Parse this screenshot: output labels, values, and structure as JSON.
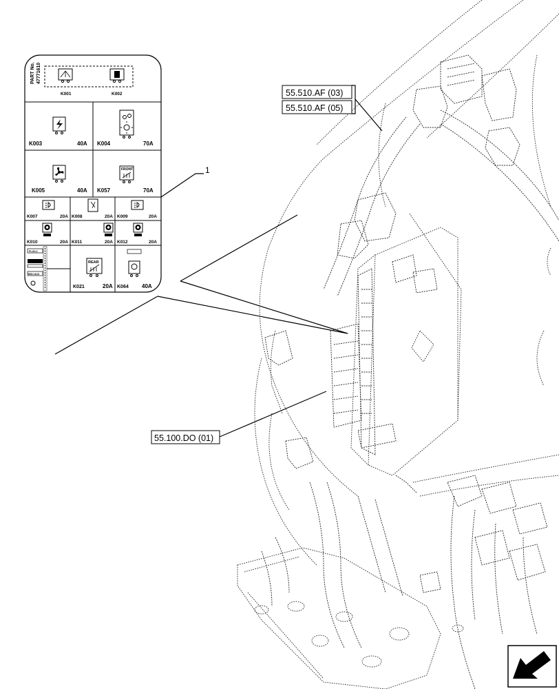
{
  "part_number": {
    "title": "PART No.",
    "value": "47771610"
  },
  "relay_panel": {
    "top_row": [
      {
        "code": "K001"
      },
      {
        "code": "K002"
      }
    ],
    "row2": [
      {
        "code": "K003",
        "amp": "40A"
      },
      {
        "code": "K004",
        "amp": "70A"
      }
    ],
    "row3": [
      {
        "code": "K005",
        "amp": "40A"
      },
      {
        "code": "K057",
        "amp": "70A",
        "icon_text": "FRONT"
      }
    ],
    "row4": [
      {
        "code": "K007",
        "amp": "20A"
      },
      {
        "code": "K008",
        "amp": "20A"
      },
      {
        "code": "K009",
        "amp": "20A"
      }
    ],
    "row5": [
      {
        "code": "K010",
        "amp": "20A"
      },
      {
        "code": "K011",
        "amp": "20A"
      },
      {
        "code": "K012",
        "amp": "20A"
      }
    ],
    "row6": [
      {
        "code": "K021",
        "amp": "20A",
        "icon_text": "REAR"
      },
      {
        "code": "K064",
        "amp": "40A"
      }
    ],
    "legend_small": [
      "PLUS-1",
      "",
      "BDU AUX"
    ]
  },
  "callouts": {
    "item_number": "1",
    "ref_1": "55.510.AF (03)",
    "ref_2": "55.510.AF (05)",
    "ref_3": "55.100.DO (01)"
  },
  "icons": [
    "wiper-icon",
    "lightning-icon",
    "sun-lamp-icon",
    "fan-icon",
    "front-heater-icon",
    "headlamp-icon",
    "beacon-icon",
    "rear-heater-icon",
    "socket-icon",
    "nav-arrow-icon"
  ]
}
